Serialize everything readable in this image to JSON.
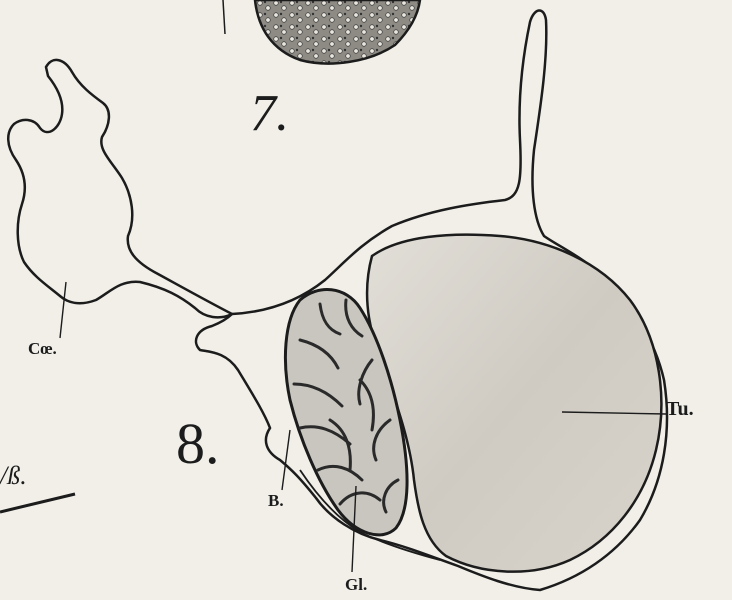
{
  "plate": {
    "figure_numbers": [
      "7.",
      "8."
    ],
    "labels": {
      "coe": "Cœ.",
      "b": "B.",
      "gl": "Gl.",
      "tu": "Tu."
    },
    "edge_fragment": "/ß.",
    "colors": {
      "paper": "#f1efe8",
      "ink": "#1c1c1c",
      "tumor_fill": "#d4d0c8",
      "gland_fill": "#c9c6bf",
      "cell_fill": "#6a6a63"
    }
  }
}
